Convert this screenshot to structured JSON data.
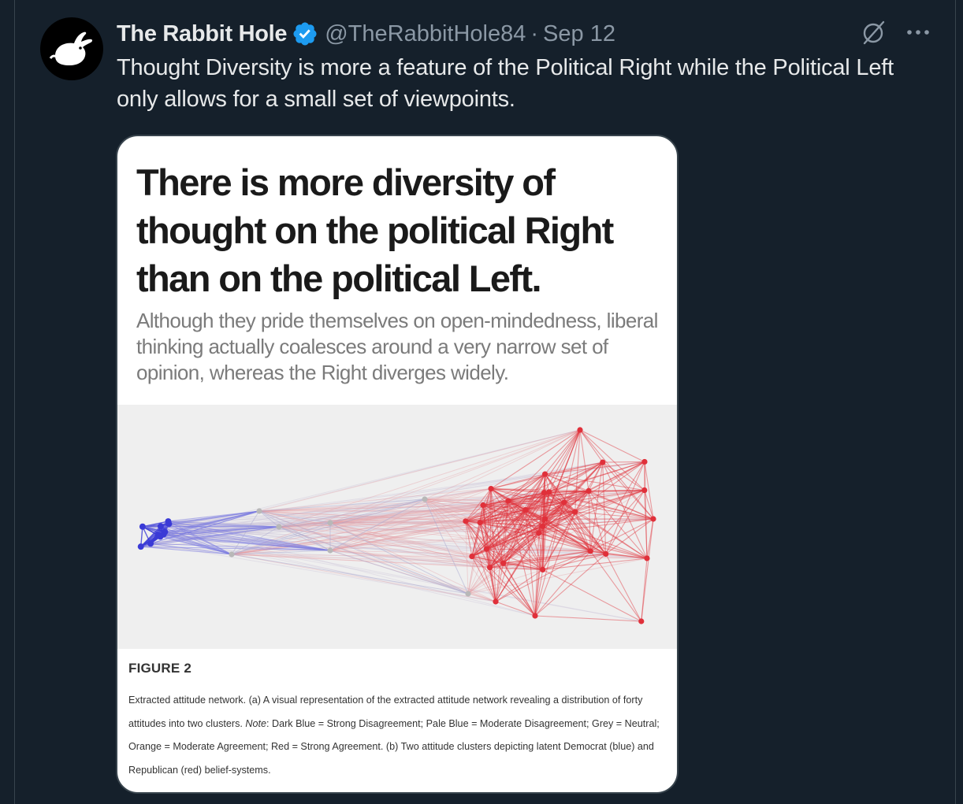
{
  "tweet": {
    "display_name": "The Rabbit Hole",
    "handle": "@TheRabbitHole84",
    "separator": "·",
    "time": "Sep 12",
    "text": "Thought Diversity is more a feature of the Political Right while the Political Left only allows for a small set of viewpoints.",
    "icons": {
      "avatar": "rabbit-logo",
      "verified": "verified-badge-icon",
      "grok": "grok-icon",
      "more": "more-options-icon"
    },
    "colors": {
      "background": "#15202b",
      "verified": "#1d9bf0",
      "text": "#e7e9ea",
      "secondary": "#8b98a5"
    }
  },
  "media": {
    "headline": "There is more diversity of thought on the political Right than on the political Left.",
    "subheadline": "Although they pride themselves on open-mindedness, liberal thinking actually coalesces around a very narrow set of opinion, whereas the Right diverges widely.",
    "figure_label": "FIGURE 2",
    "caption_part1": "Extracted attitude network. (a) A visual representation of the extracted attitude network revealing a distribution of forty attitudes into two clusters. ",
    "caption_note": "Note",
    "caption_part2": ": Dark Blue = Strong Disagreement; Pale Blue = Moderate Disagreement; Grey = Neutral; Orange = Moderate Agreement; Red = Strong Agreement. (b) Two attitude clusters depicting latent Democrat (blue) and Republican (red) belief-systems.",
    "network_colors": {
      "blue": "#3a3ad6",
      "grey": "#b8b8b8",
      "red": "#e0303a"
    }
  }
}
